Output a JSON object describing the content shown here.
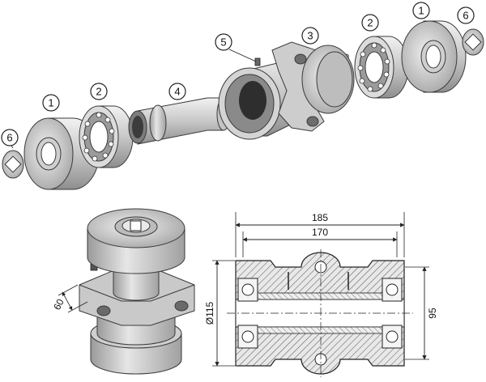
{
  "callouts": {
    "part_1_left": "1",
    "part_2_left": "2",
    "part_4": "4",
    "part_5": "5",
    "part_3": "3",
    "part_2_right": "2",
    "part_1_right": "1",
    "part_6_left": "6",
    "part_6_right": "6"
  },
  "dimensions": {
    "overall_width": "185",
    "inner_width": "170",
    "diameter": "Ø115",
    "height": "95",
    "bracket": "60"
  },
  "colors": {
    "metal_light": "#d9d9d9",
    "metal_mid": "#b5b5b5",
    "metal_dark": "#8c8c8c",
    "hatch": "#555555",
    "outline": "#222222"
  }
}
